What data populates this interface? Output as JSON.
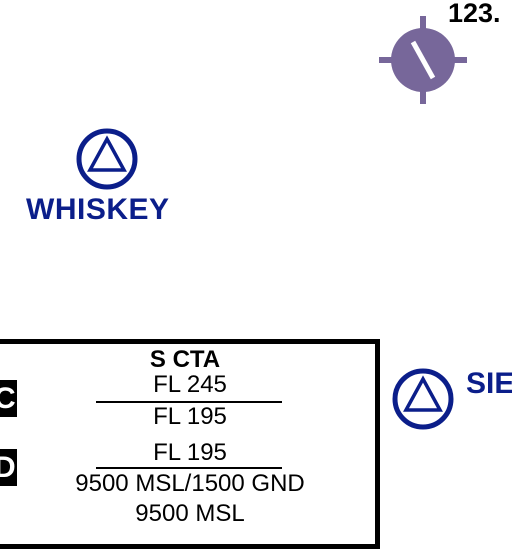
{
  "navaid": {
    "frequency": "123.",
    "color": "#77679a"
  },
  "waypoints": [
    {
      "label": "WHISKEY"
    },
    {
      "label": "SIE"
    }
  ],
  "airspace": {
    "name": "S CTA",
    "class_badges": [
      "C",
      "D"
    ],
    "limits": [
      {
        "upper": "FL 245",
        "lower": "FL 195"
      },
      {
        "upper": "FL 195",
        "lower": "9500 MSL/1500 GND"
      },
      {
        "upper": "9500 MSL"
      }
    ]
  },
  "colors": {
    "waypoint": "#0b1e8a",
    "navaid": "#77679a",
    "box": "#000000"
  }
}
